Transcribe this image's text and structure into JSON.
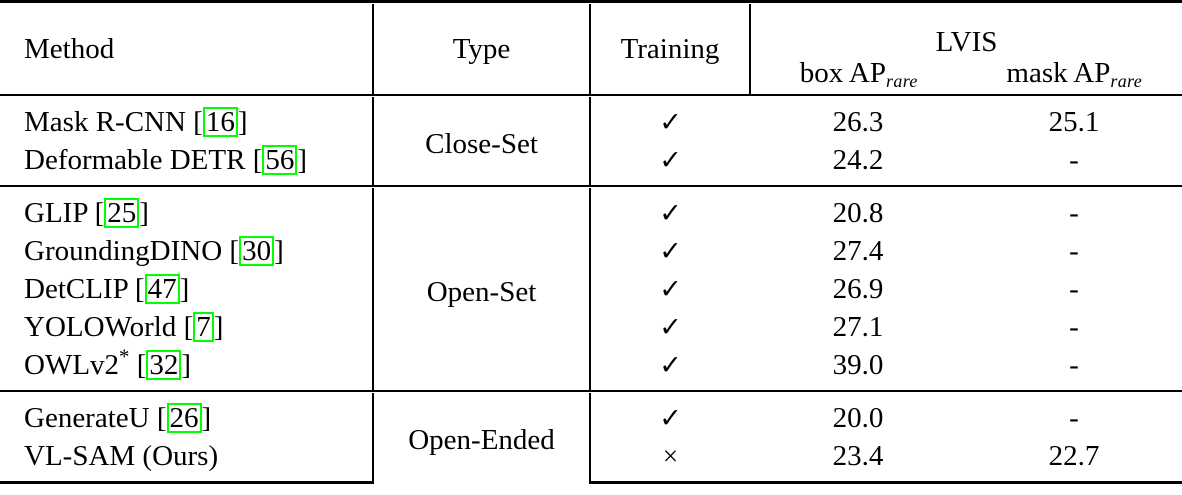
{
  "table": {
    "columns": [
      {
        "key": "method",
        "label": "Method"
      },
      {
        "key": "type",
        "label": "Type"
      },
      {
        "key": "training",
        "label": "Training"
      },
      {
        "key": "box_ap",
        "label_prefix": "box AP",
        "label_sub": "rare"
      },
      {
        "key": "mask_ap",
        "label_prefix": "mask AP",
        "label_sub": "rare"
      }
    ],
    "group_header": "LVIS",
    "cite_box_color": "#00FF00",
    "check_glyph": "✓",
    "cross_glyph": "×",
    "empty_glyph": "-",
    "blocks": [
      {
        "type_label": "Close-Set",
        "rows": [
          {
            "method_name": "Mask R-CNN",
            "cite": "16",
            "open_bracket": "[",
            "close_bracket": "]",
            "training": "✓",
            "box_ap": "26.3",
            "mask_ap": "25.1"
          },
          {
            "method_name": "Deformable DETR",
            "cite": "56",
            "open_bracket": "[",
            "close_bracket": "]",
            "training": "✓",
            "box_ap": "24.2",
            "mask_ap": "-"
          }
        ]
      },
      {
        "type_label": "Open-Set",
        "rows": [
          {
            "method_name": "GLIP",
            "cite": "25",
            "open_bracket": "[",
            "close_bracket": "]",
            "training": "✓",
            "box_ap": "20.8",
            "mask_ap": "-"
          },
          {
            "method_name": "GroundingDINO",
            "cite": "30",
            "open_bracket": "[",
            "close_bracket": "]",
            "training": "✓",
            "box_ap": "27.4",
            "mask_ap": "-"
          },
          {
            "method_name": "DetCLIP",
            "cite": "47",
            "open_bracket": "[",
            "close_bracket": "]",
            "training": "✓",
            "box_ap": "26.9",
            "mask_ap": "-"
          },
          {
            "method_name": "YOLOWorld",
            "cite": "7",
            "open_bracket": "[",
            "close_bracket": "]",
            "training": "✓",
            "box_ap": "27.1",
            "mask_ap": "-"
          },
          {
            "method_name": "OWLv2",
            "star": "*",
            "cite": "32",
            "open_bracket": "[",
            "close_bracket": "]",
            "training": "✓",
            "box_ap": "39.0",
            "mask_ap": "-"
          }
        ]
      },
      {
        "type_label": "Open-Ended",
        "rows": [
          {
            "method_name": "GenerateU",
            "cite": "26",
            "open_bracket": "[",
            "close_bracket": "]",
            "training": "✓",
            "box_ap": "20.0",
            "mask_ap": "-"
          },
          {
            "method_name": "VL-SAM (Ours)",
            "cite": null,
            "training": "×",
            "box_ap": "23.4",
            "mask_ap": "22.7"
          }
        ]
      }
    ]
  }
}
